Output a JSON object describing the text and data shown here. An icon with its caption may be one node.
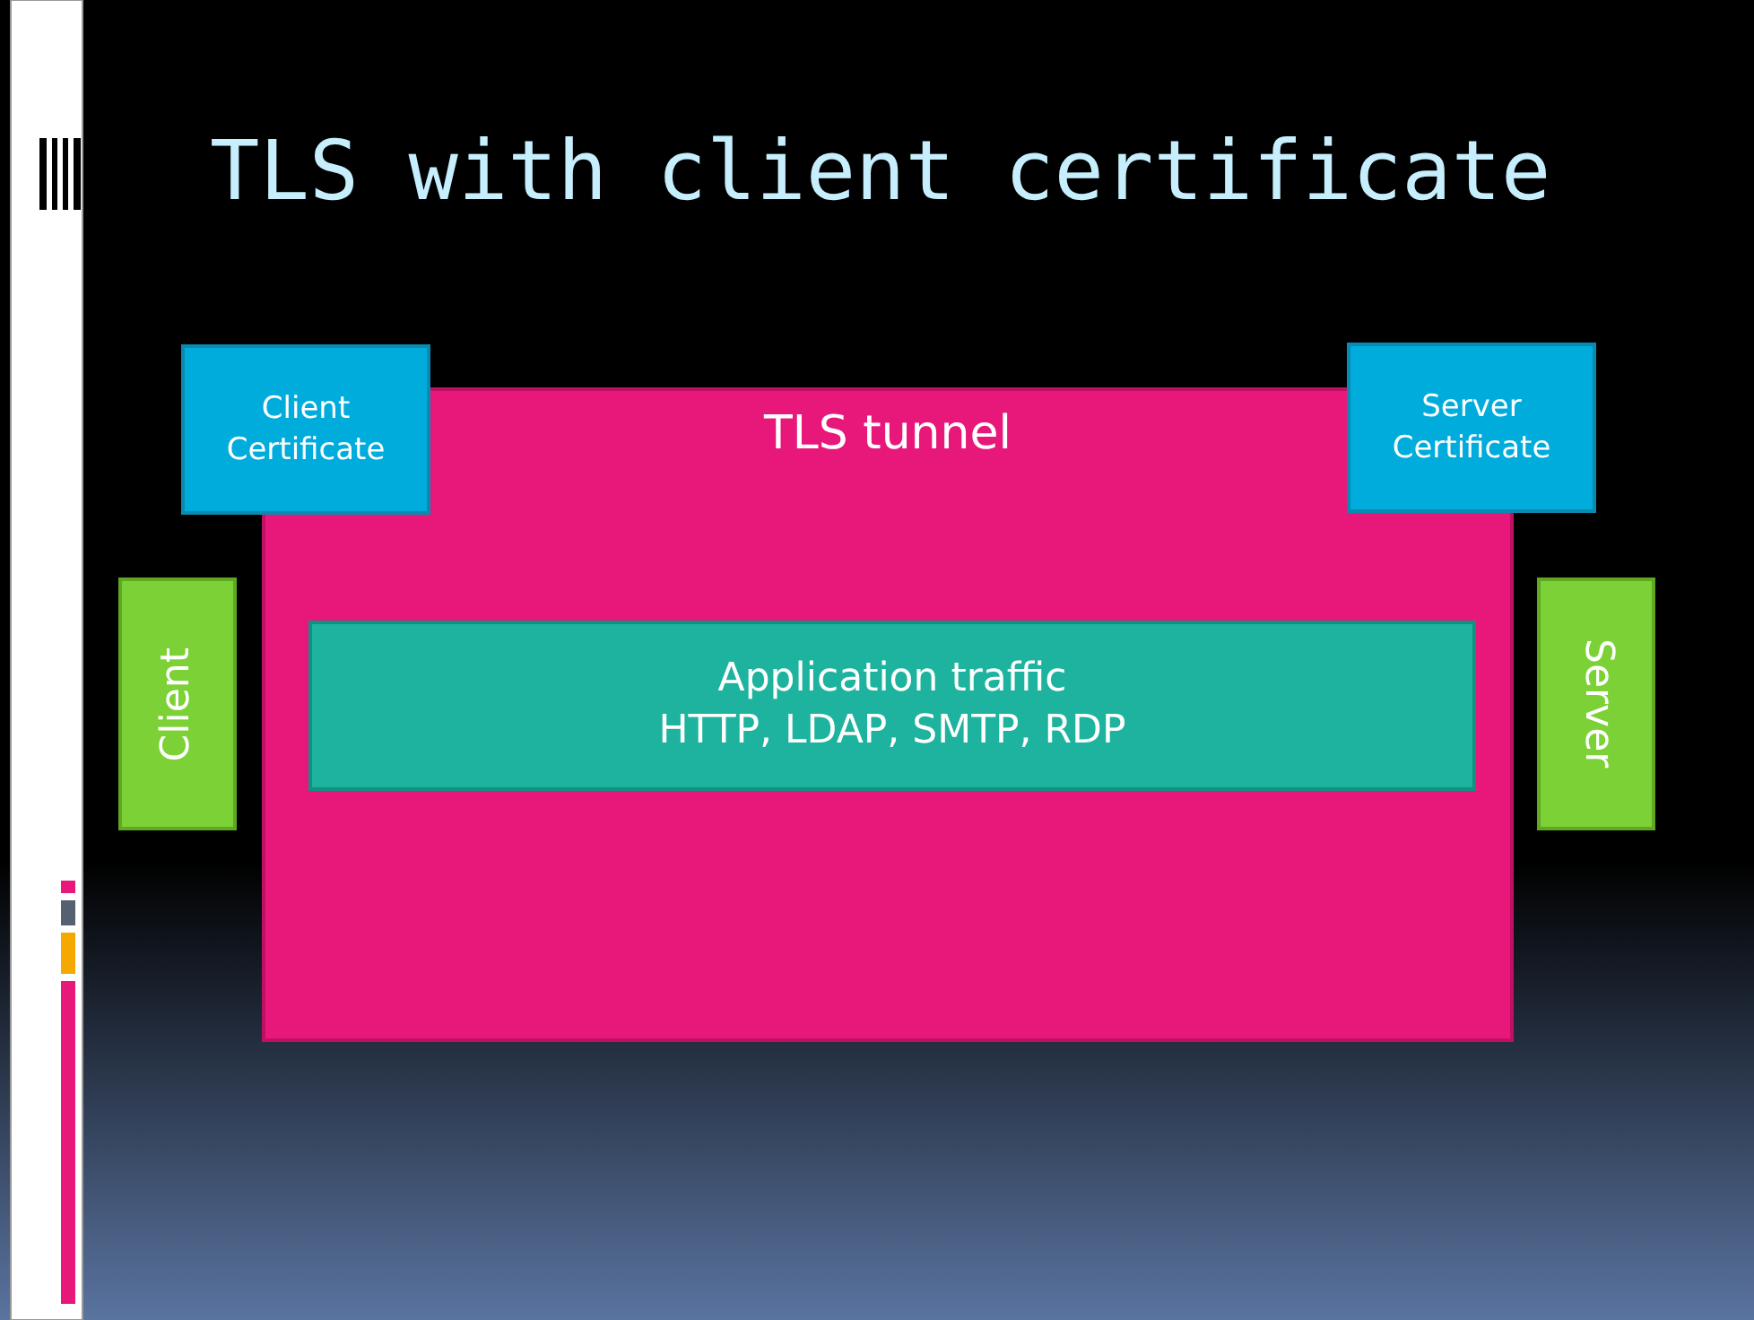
{
  "diagram": {
    "title": "TLS with client certificate",
    "nodes": [
      {
        "text": [
          "TLS tunnel"
        ]
      },
      {
        "text": [
          "Client Certificate"
        ]
      },
      {
        "text": [
          "Server Certificate"
        ]
      },
      {
        "text": [
          "Application traffic",
          "HTTP, LDAP, SMTP, RDP"
        ],
        "in": 0
      },
      {
        "text": [
          "Client"
        ]
      },
      {
        "text": [
          "Server"
        ]
      }
    ],
    "edges": []
  }
}
